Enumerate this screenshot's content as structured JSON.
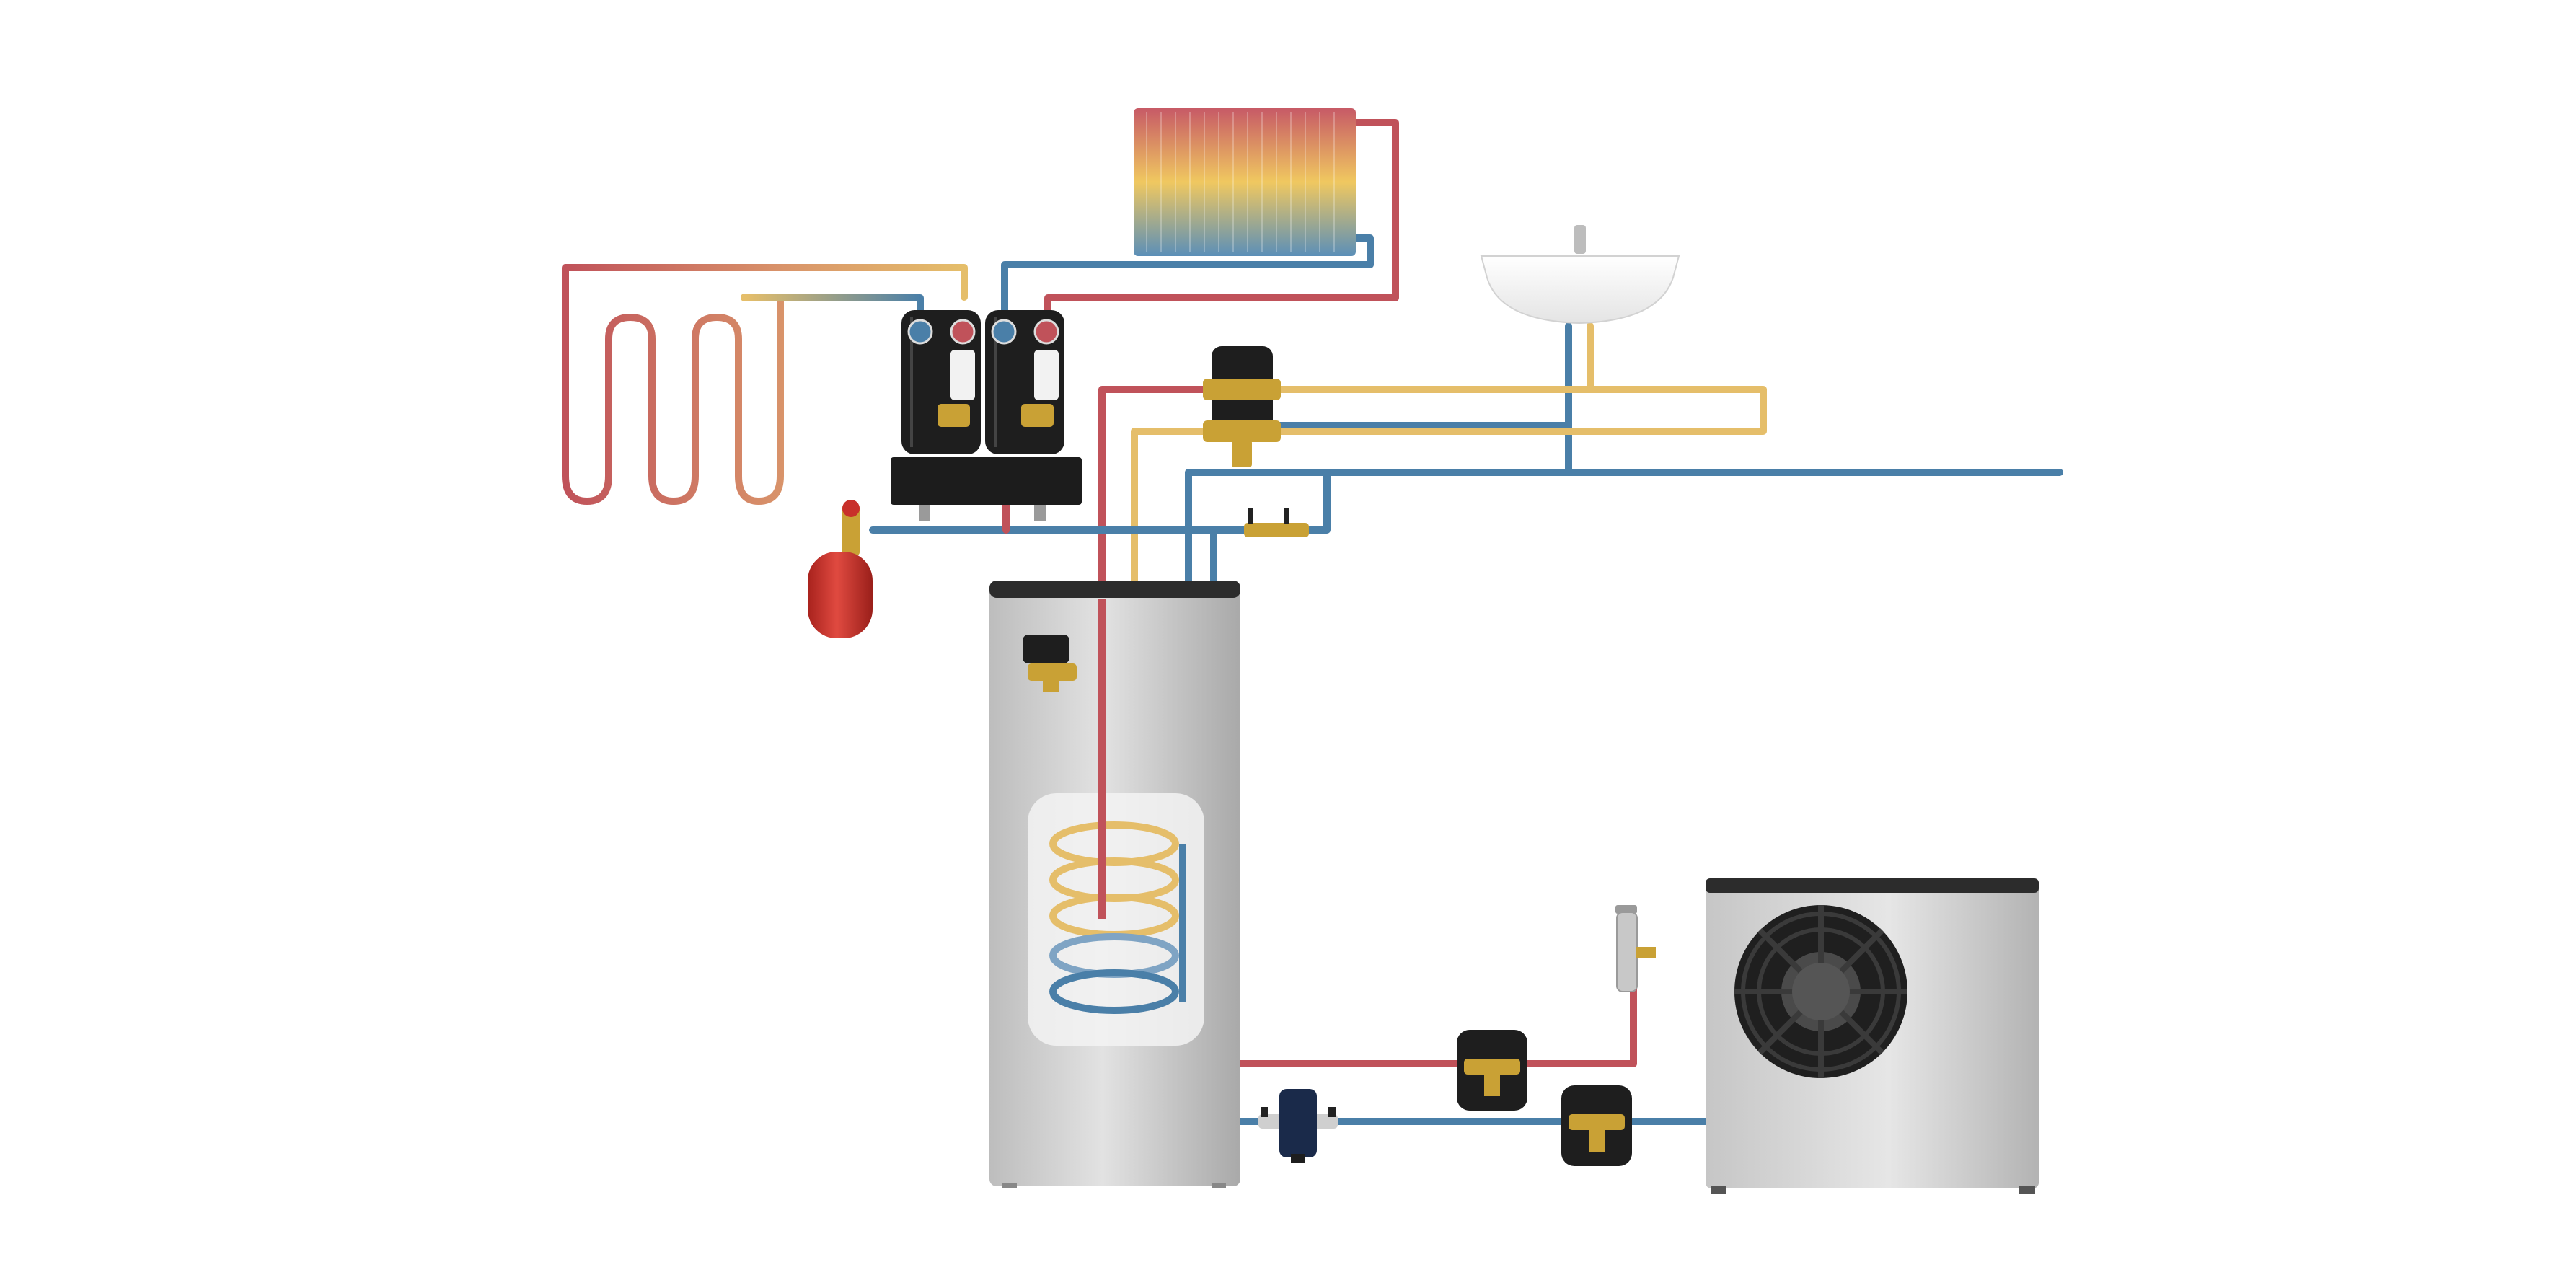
{
  "colors": {
    "hot": "#c0525a",
    "cold": "#4a7fa8",
    "warm": "#e5be6a",
    "background": "#ffffff",
    "steel_light": "#d9d9d9",
    "steel_dark": "#9a9a9a",
    "brass": "#c9a135",
    "black_body": "#1e1e1e",
    "expansion_red": "#c8302a"
  },
  "components": [
    "underfloor-heating-loop",
    "radiator",
    "pump-group-1",
    "pump-group-2",
    "heating-manifold",
    "expansion-vessel",
    "thermostatic-mixing-valve",
    "washbasin",
    "dhw-cylinder",
    "heat-pump-outdoor-unit",
    "magnetic-dirt-filter",
    "isolation-valve-flow",
    "isolation-valve-return",
    "air-separator"
  ]
}
